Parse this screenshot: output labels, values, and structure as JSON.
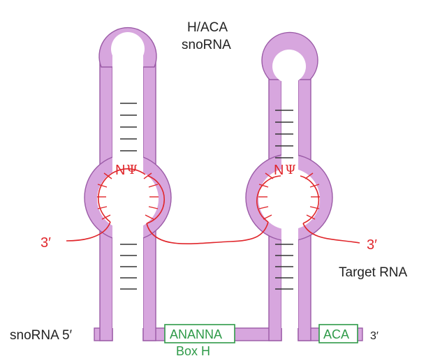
{
  "labels": {
    "title_line1": "H/ACA",
    "title_line2": "snoRNA",
    "snorna_5prime": "snoRNA 5′",
    "end_3prime": "3′",
    "target_left_3prime": "3′",
    "target_right_3prime": "3′",
    "target_rna": "Target RNA",
    "box_h_seq": "ANANNA",
    "box_h": "Box H",
    "box_aca": "ACA",
    "pocket_n": "N",
    "pocket_psi": "Ψ"
  },
  "colors": {
    "snorna_fill": "#d7a6de",
    "snorna_outline": "#9a5aa6",
    "target_rna": "#e0262b",
    "base_pair": "#333333",
    "box": "#2e9a48"
  }
}
